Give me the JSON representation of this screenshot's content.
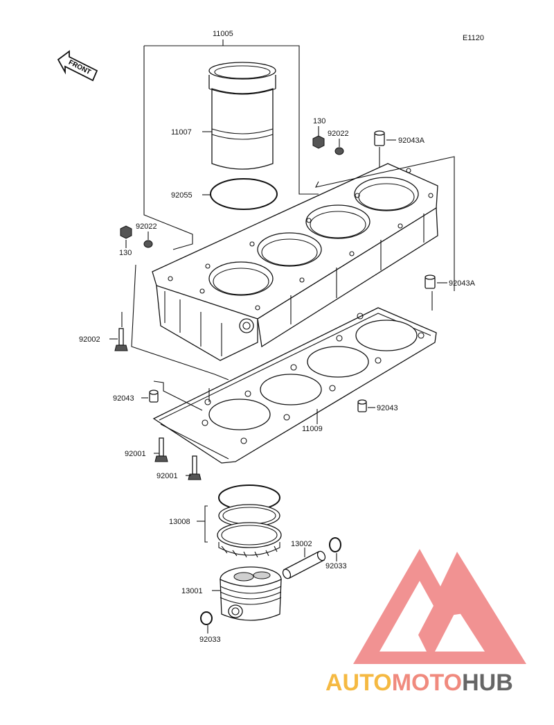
{
  "figure_code": "E1120",
  "front_arrow_text": "FRONT",
  "parts": {
    "p11005": "11005",
    "p11007": "11007",
    "p92055": "92055",
    "p130_top": "130",
    "p92022_top": "92022",
    "p92043A_top": "92043A",
    "p92022_left": "92022",
    "p130_left": "130",
    "p92043A_right": "92043A",
    "p92002": "92002",
    "p92043_left": "92043",
    "p92043_right": "92043",
    "p11009": "11009",
    "p92001_a": "92001",
    "p92001_b": "92001",
    "p13008": "13008",
    "p13002": "13002",
    "p92033_right": "92033",
    "p13001": "13001",
    "p92033_bottom": "92033"
  },
  "watermark": {
    "text_a": "AUTO",
    "text_b": "MOTO",
    "text_c": "HUB",
    "color_a": "#f5b942",
    "color_b": "#f08a7e",
    "color_c": "#666666",
    "logo_color": "#ef7f7f"
  }
}
